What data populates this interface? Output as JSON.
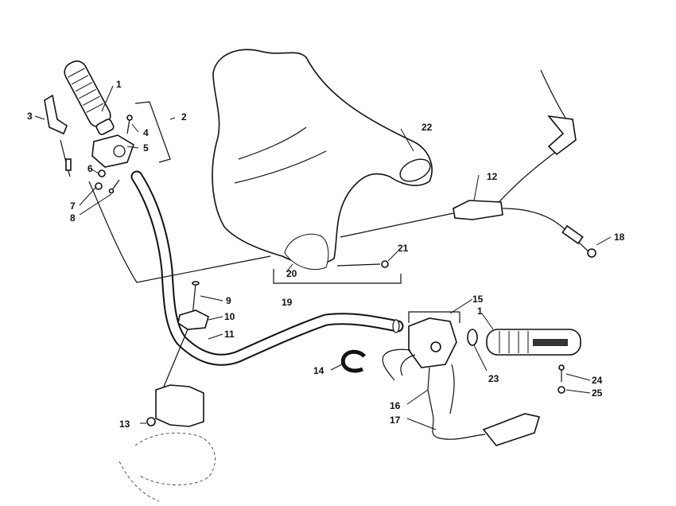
{
  "callouts": {
    "c1a": "1",
    "c2": "2",
    "c3": "3",
    "c4": "4",
    "c5": "5",
    "c6": "6",
    "c7": "7",
    "c8": "8",
    "c9": "9",
    "c10": "10",
    "c11": "11",
    "c12": "12",
    "c13": "13",
    "c14": "14",
    "c15": "15",
    "c1b": "1",
    "c16": "16",
    "c17": "17",
    "c18": "18",
    "c19": "19",
    "c20": "20",
    "c21": "21",
    "c22": "22",
    "c23": "23",
    "c24": "24",
    "c25": "25"
  }
}
